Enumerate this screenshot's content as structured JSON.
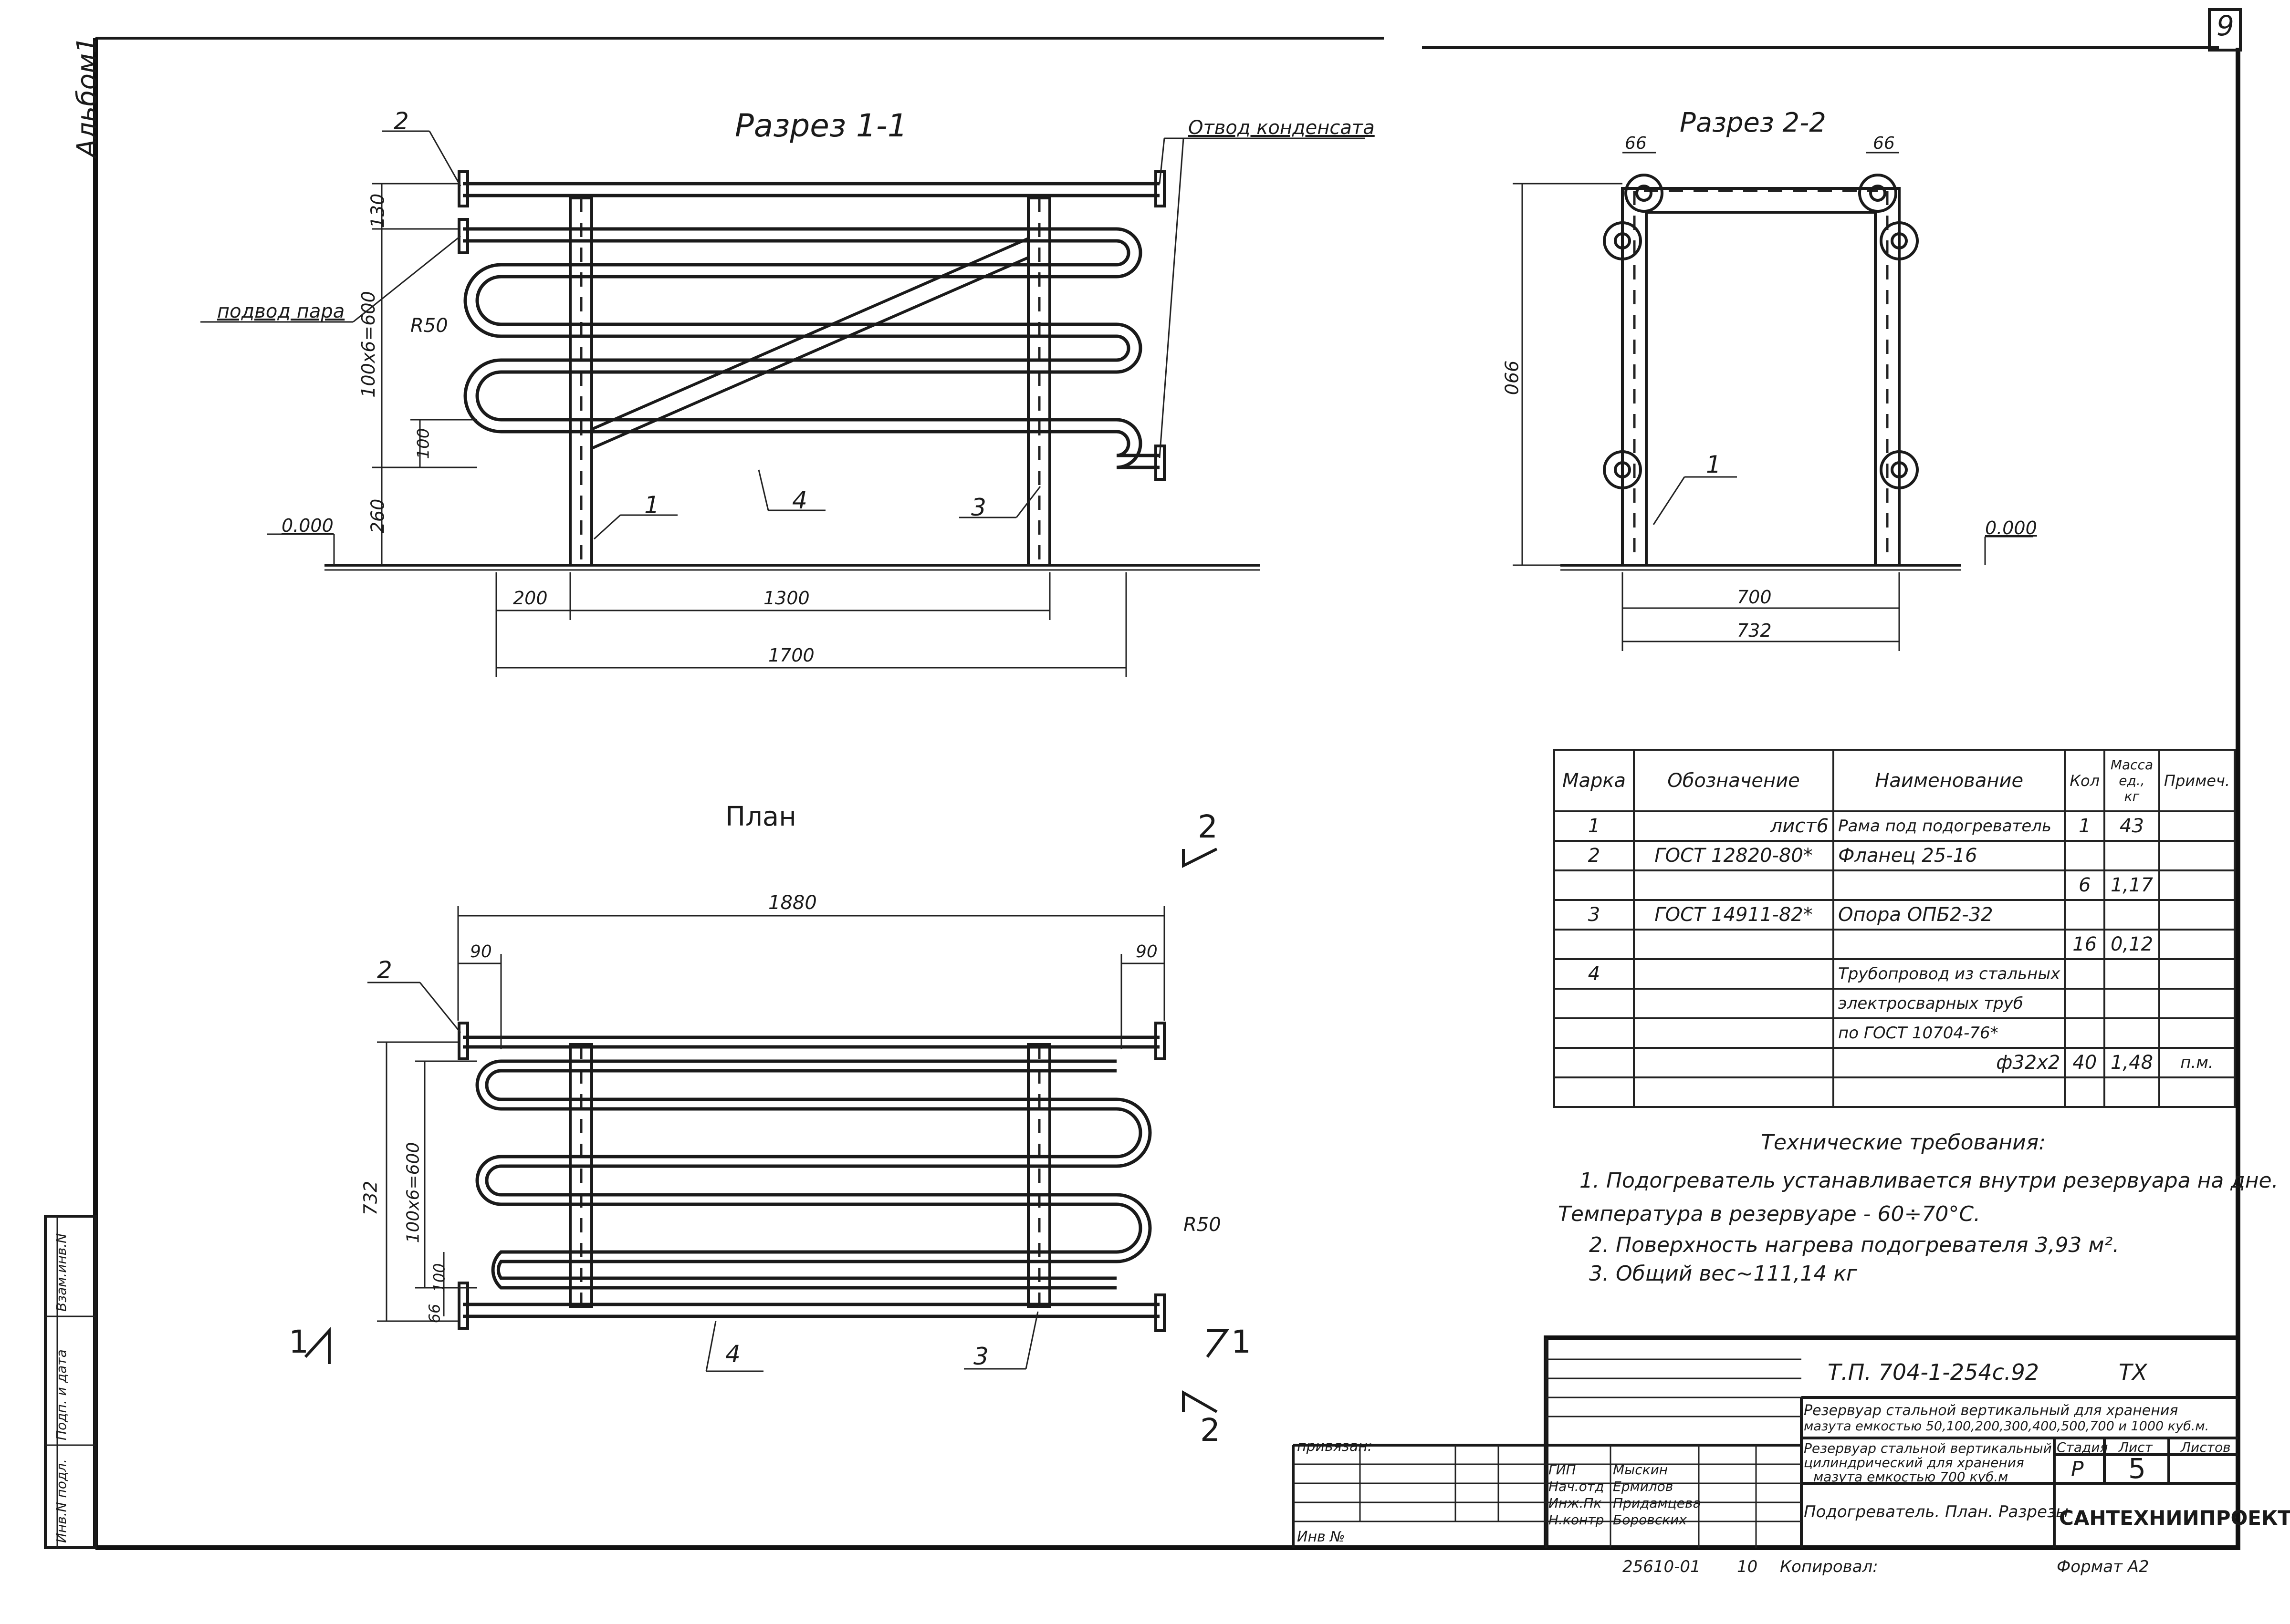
{
  "page": {
    "sheet_number": "9",
    "album_label": "Альбом1"
  },
  "section_1": {
    "title": "Разрез 1-1",
    "label_condensate": "Отвод конденсата",
    "label_steam": "подвод пара",
    "radius": "R50",
    "dim_130": "130",
    "dim_600": "100х6=600",
    "dim_100": "100",
    "dim_260": "260",
    "level": "0.000",
    "dim_200": "200",
    "dim_1300": "1300",
    "dim_1700": "1700",
    "mark_1": "1",
    "mark_2": "2",
    "mark_3": "3",
    "mark_4": "4"
  },
  "section_2": {
    "title": "Разрез 2-2",
    "dim_66a": "66",
    "dim_66b": "66",
    "dim_990": "990",
    "mark_1": "1",
    "level": "0.000",
    "dim_700": "700",
    "dim_732": "732"
  },
  "plan": {
    "title": "План",
    "dim_1880": "1880",
    "dim_90a": "90",
    "dim_90b": "90",
    "dim_732": "732",
    "dim_600": "100х6=600",
    "dim_100": "100",
    "dim_66": "66",
    "radius": "R50",
    "mark_2": "2",
    "mark_3": "3",
    "mark_4": "4",
    "cut_1_left": "1",
    "cut_1_right": "1",
    "cut_2_top": "2",
    "cut_2_bottom": "2"
  },
  "spec_table": {
    "headers": [
      "Марка",
      "Обозначение",
      "Наименование",
      "Кол",
      "Масса ед., кг",
      "Примеч."
    ],
    "rows": [
      [
        "1",
        "лист6",
        "Рама под подогреватель",
        "1",
        "43",
        ""
      ],
      [
        "2",
        "ГОСТ 12820-80*",
        "Фланец 25-16",
        "",
        "",
        ""
      ],
      [
        "",
        "",
        "",
        "6",
        "1,17",
        ""
      ],
      [
        "3",
        "ГОСТ 14911-82*",
        "Опора ОПБ2-32",
        "",
        "",
        ""
      ],
      [
        "",
        "",
        "",
        "16",
        "0,12",
        ""
      ],
      [
        "4",
        "",
        "Трубопровод из стальных",
        "",
        "",
        ""
      ],
      [
        "",
        "",
        "электросварных труб",
        "",
        "",
        ""
      ],
      [
        "",
        "",
        "по ГОСТ 10704-76*",
        "",
        "",
        ""
      ],
      [
        "",
        "",
        "ф32х2",
        "40",
        "1,48",
        "п.м."
      ],
      [
        "",
        "",
        "",
        "",
        "",
        ""
      ]
    ]
  },
  "requirements": {
    "title": "Технические требования:",
    "line1": "1. Подогреватель устанавливается внутри резервуара на дне.",
    "line2": "Температура  в  резервуаре  - 60÷70°С.",
    "line3": "2. Поверхность нагрева подогревателя 3,93 м².",
    "line4": "3. Общий вес~111,14 кг"
  },
  "title_block": {
    "code": "Т.П.  704-1-254с.92",
    "code_suffix": "ТХ",
    "project_line1": "Резервуар стальной вертикальный для хранения",
    "project_line2": "мазута емкостью 50,100,200,300,400,500,700 и 1000 куб.м.",
    "object_line1": "Резервуар стальной вертикальный",
    "object_line2": "цилиндрический для хранения",
    "object_line3": "мазута емкостью 700 куб.м",
    "sheet_title": "Подогреватель. План. Разрезы",
    "stage_label": "Стадия",
    "sheet_label": "Лист",
    "sheets_label": "Листов",
    "stage": "Р",
    "sheet": "5",
    "company": "САНТЕХНИИПРОЕКТ",
    "bound_label": "привязан:",
    "inv_label": "Инв №",
    "roles": [
      "ГИП",
      "Нач.отд",
      "Инж.Пк",
      "Н.контр"
    ],
    "names": [
      "Мыскин",
      "Ермилов",
      "Придамцева",
      "Боровских"
    ],
    "footer_number": "25610-01",
    "footer_sheet": "10",
    "copied": "Копировал:",
    "format": "Формат  А2"
  },
  "left_stamp": {
    "c1": "Инв.N подл.",
    "c2": "Подп. и дата",
    "c3": "Взам.инв.N"
  }
}
